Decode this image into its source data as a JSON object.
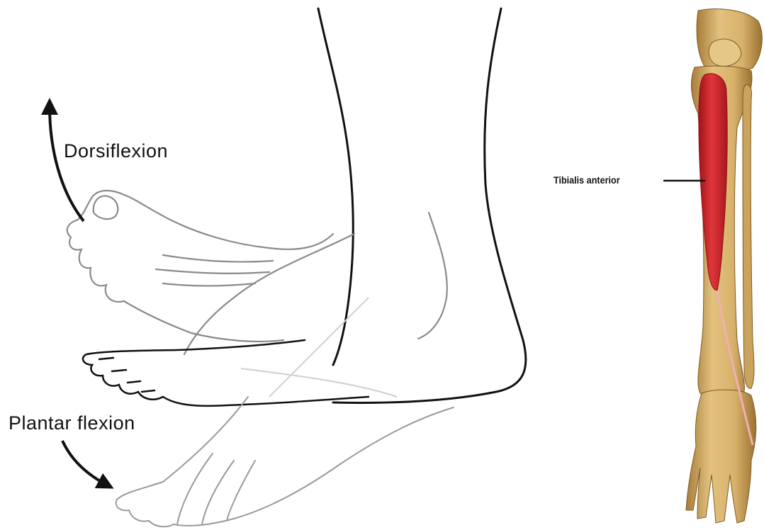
{
  "labels": {
    "dorsiflexion": "Dorsiflexion",
    "plantar_flexion": "Plantar flexion",
    "muscle": "Tibialis anterior"
  },
  "colors": {
    "outline_dark": "#111111",
    "outline_gray": "#8a8a8a",
    "outline_faint": "#c8c8c8",
    "bone": "#d7b16a",
    "bone_shadow": "#a87c3a",
    "muscle": "#d4232b",
    "tendon": "#f0b0b0"
  },
  "icons": [
    "arrow-up-icon",
    "arrow-down-icon"
  ]
}
